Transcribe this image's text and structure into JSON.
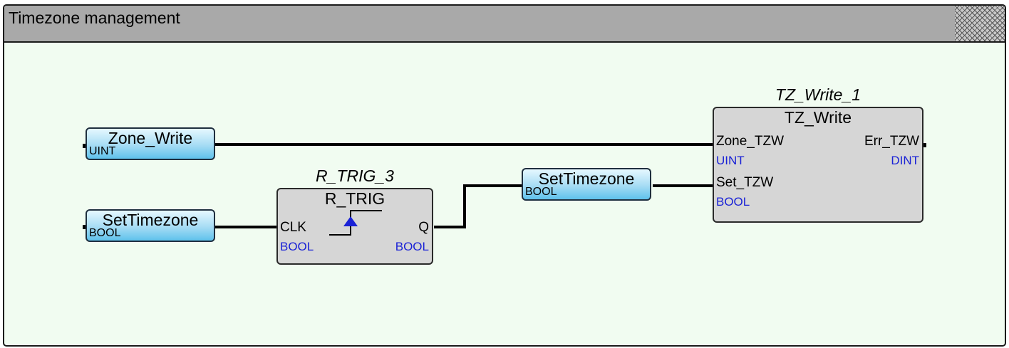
{
  "diagram": {
    "title": "Timezone management",
    "variables": {
      "zone_write": {
        "name": "Zone_Write",
        "type": "UINT"
      },
      "settimezone_in": {
        "name": "SetTimezone",
        "type": "BOOL"
      },
      "settimezone_out": {
        "name": "SetTimezone",
        "type": "BOOL"
      }
    },
    "r_trig": {
      "instance": "R_TRIG_3",
      "type": "R_TRIG",
      "inputs": [
        {
          "name": "CLK",
          "type": "BOOL"
        }
      ],
      "outputs": [
        {
          "name": "Q",
          "type": "BOOL"
        }
      ]
    },
    "tz_write": {
      "instance": "TZ_Write_1",
      "type": "TZ_Write",
      "inputs": [
        {
          "name": "Zone_TZW",
          "type": "UINT"
        },
        {
          "name": "Set_TZW",
          "type": "BOOL"
        }
      ],
      "outputs": [
        {
          "name": "Err_TZW",
          "type": "DINT"
        }
      ]
    },
    "colors": {
      "canvas": "#f1fcf1",
      "titlebar": "#a9a9a9",
      "variable_fill": "#a6dcf4",
      "block_fill": "#d6d6d6",
      "type_text": "#1a22d6",
      "trigger_arrow": "#1a22d6",
      "wire": "#000000"
    }
  }
}
